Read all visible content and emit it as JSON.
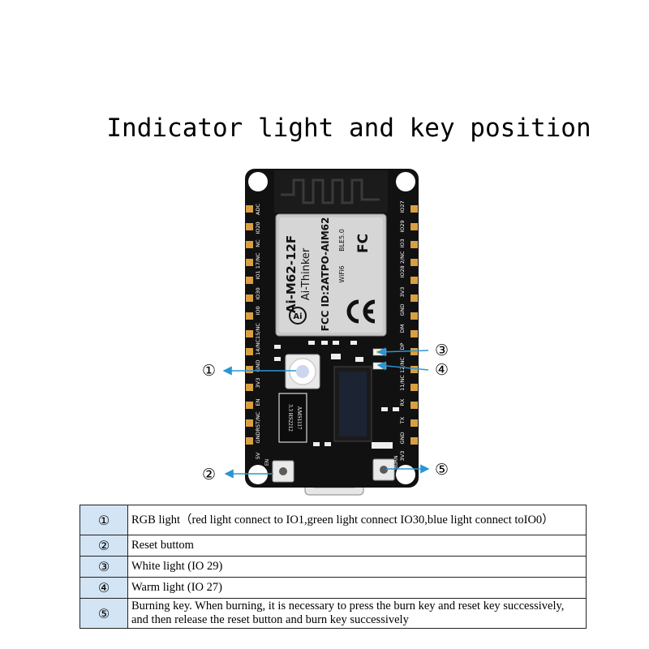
{
  "title": "Indicator light and key position",
  "board": {
    "module_name": "Ai-M62-12F",
    "brand": "Ai-Thinker",
    "fcc_id": "FCC ID:2ATPO-AIM62",
    "wifi": "WiFi6",
    "ble": "BLE5.0",
    "regulator_line1": "AMS1117",
    "regulator_line2": "3.3  HS2212",
    "left_pins": [
      "ADC",
      "IO20",
      "NC",
      "IO1 17/NC",
      "IO30",
      "IO0",
      "14/NC15/NC",
      "GND",
      "3V3",
      "EN",
      "GNDRST/NC",
      "5V"
    ],
    "right_pins": [
      "IO27",
      "IO29",
      "IO3",
      "IO28 2/NC",
      "3V3",
      "GND",
      "DM",
      "DP",
      "11/NC 12/NC",
      "RX",
      "TX",
      "GND",
      "3V3"
    ],
    "en_label": "EN",
    "burn_label": "BURN"
  },
  "callouts": [
    "①",
    "②",
    "③",
    "④",
    "⑤"
  ],
  "legend": [
    {
      "num": "①",
      "text": "RGB light（red light connect to IO1,green light connect IO30,blue light connect toIO0）"
    },
    {
      "num": "②",
      "text": "Reset buttom"
    },
    {
      "num": "③",
      "text": "White light (IO 29)"
    },
    {
      "num": "④",
      "text": "Warm light (IO 27)"
    },
    {
      "num": "⑤",
      "text": "Burning key. When burning, it is necessary to press the burn key and reset key successively, and then release the reset button and burn key successively"
    }
  ],
  "colors": {
    "pcb": "#111111",
    "arrow": "#2a95d4",
    "table_num_bg": "#d3e4f4",
    "pad": "#d9a040"
  }
}
